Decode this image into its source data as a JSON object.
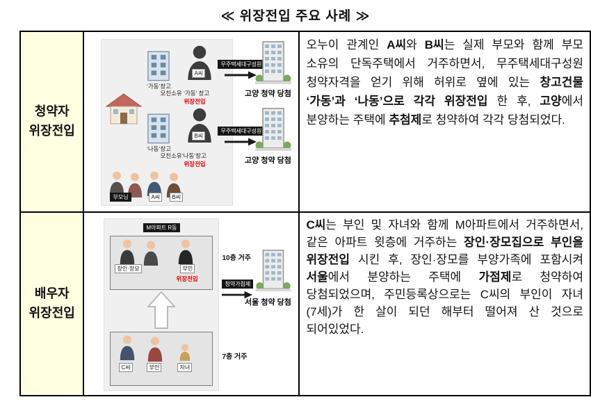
{
  "title": "≪ 위장전입 주요 사례 ≫",
  "colors": {
    "highlight_red": "#e60000",
    "row_label_bg": "#ffffe1",
    "table_border": "#000000",
    "panel_gray": "#f0f0f0"
  },
  "rows": [
    {
      "label_top": "청약자",
      "label_bottom": "위장전입",
      "diagram": {
        "groups": [
          {
            "building_label": "‘가동’창고",
            "person": "A씨",
            "owner_label": "모친소유 ‘가동’ 창고",
            "status": "위장전입",
            "arrow_label": "무주택세대구성원",
            "result": "고양 청약 당첨"
          },
          {
            "building_label": "‘나동’창고",
            "person": "B씨",
            "owner_label": "모친소유‘나동’창고",
            "status": "위장전입",
            "arrow_label": "무주택세대구성원",
            "result": "고양 청약 당첨"
          }
        ],
        "family": [
          "부모님",
          "A씨",
          "B씨"
        ]
      },
      "description": [
        {
          "text": "오누이 관계인 ",
          "bold": false
        },
        {
          "text": "A씨",
          "bold": true
        },
        {
          "text": "와 ",
          "bold": false
        },
        {
          "text": "B씨",
          "bold": true
        },
        {
          "text": "는 실제 부모와 함께 부모 소유의 단독주택에서 거주하면서, 무주택세대구성원 청약자격을 얻기 위해 허위로 옆에 있는 ",
          "bold": false
        },
        {
          "text": "창고건물 ‘가동’과 ‘나동’으로 각각 위장전입",
          "bold": true
        },
        {
          "text": " 한 후, ",
          "bold": false
        },
        {
          "text": "고양",
          "bold": true
        },
        {
          "text": "에서 분양하는 주택에 ",
          "bold": false
        },
        {
          "text": "추첨제",
          "bold": true
        },
        {
          "text": "로 청약하여 각각 당첨되었다.",
          "bold": false
        }
      ]
    },
    {
      "label_top": "배우자",
      "label_bottom": "위장전입",
      "diagram": {
        "apartment_label": "M아파트 R동",
        "upper": {
          "label1": "장인·장모",
          "label2": "부인",
          "status": "위장전입",
          "floor": "10층 거주"
        },
        "lower": {
          "label1": "C씨",
          "label2": "부인",
          "label3": "자녀",
          "floor": "7층 거주"
        },
        "arrow_label": "청약가점제",
        "result": "서울 청약 당첨"
      },
      "description": [
        {
          "text": "C씨",
          "bold": true
        },
        {
          "text": "는 부인 및 자녀와 함께 M아파트에서 거주하면서, 같은 아파트 윗층에 거주하는 ",
          "bold": false
        },
        {
          "text": "장인·장모집으로 부인을 위장전입",
          "bold": true
        },
        {
          "text": " 시킨 후, 장인·장모를 부양가족에 포함시켜 ",
          "bold": false
        },
        {
          "text": "서울",
          "bold": true
        },
        {
          "text": "에서 분양하는 주택에 ",
          "bold": false
        },
        {
          "text": "가점제",
          "bold": true
        },
        {
          "text": "로 청약하여 당첨되었으며, 주민등록상으로는 C씨의 부인이 자녀(7세)가 한 살이 되던 해부터 떨어져 산 것으로 되어있었다.",
          "bold": false
        }
      ]
    }
  ]
}
